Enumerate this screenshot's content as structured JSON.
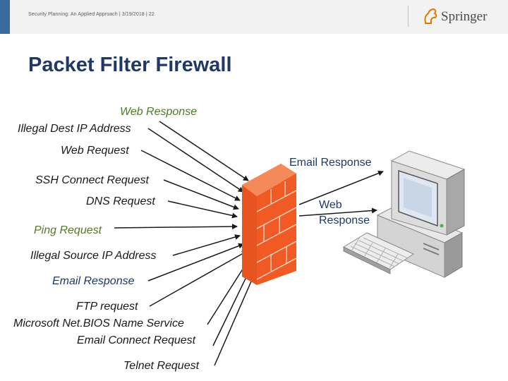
{
  "header": {
    "text": "Security Planning: An Applied Approach | 3/19/2018 | 22",
    "logo_text": "Springer"
  },
  "title": "Packet Filter Firewall",
  "labels": {
    "web_response_top": "Web Response",
    "illegal_dest_ip": "Illegal Dest IP Address",
    "web_request": "Web Request",
    "ssh_connect": "SSH Connect Request",
    "dns_request": "DNS Request",
    "ping_request": "Ping Request",
    "illegal_source_ip": "Illegal Source IP Address",
    "email_response_left": "Email Response",
    "ftp_request": "FTP request",
    "netbios": "Microsoft  Net.BIOS Name Service",
    "email_connect": "Email Connect Request",
    "telnet": "Telnet Request",
    "email_response_right": "Email Response",
    "web_response_right_1": "Web",
    "web_response_right_2": "Response"
  },
  "colors": {
    "title": "#1f3864",
    "green_text": "#4e7b26",
    "firewall": "#f15a24",
    "header_accent": "#3b6a9c"
  }
}
